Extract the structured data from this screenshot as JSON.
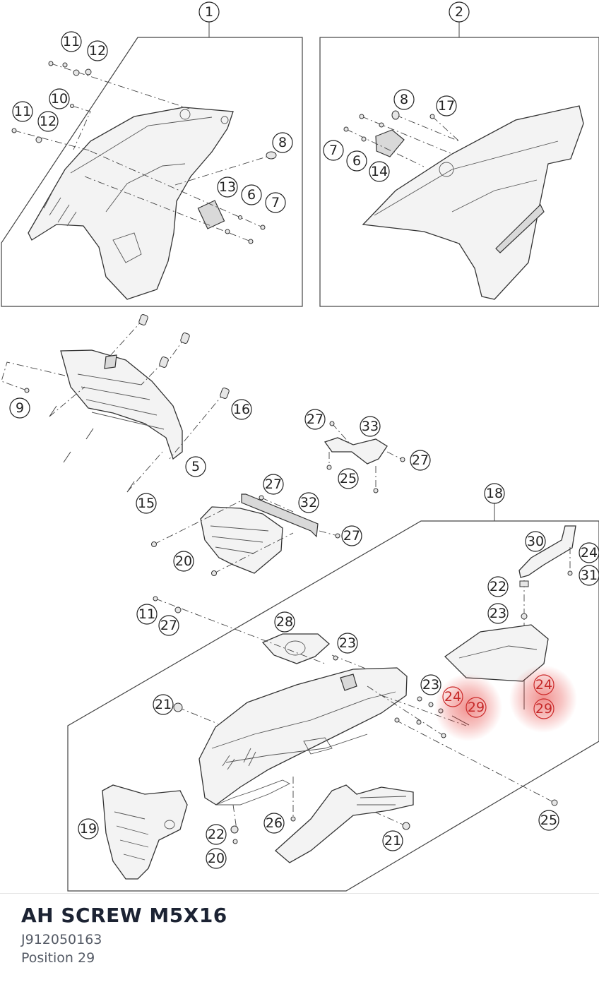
{
  "part": {
    "name": "AH SCREW M5X16",
    "number": "J912050163",
    "position_label": "Position 29"
  },
  "diagram": {
    "highlight_color": "#e53935",
    "highlighted_position": "29",
    "callouts": {
      "c1": "1",
      "c2": "2",
      "c11a": "11",
      "c12a": "12",
      "c10": "10",
      "c11b": "11",
      "c12b": "12",
      "c8a": "8",
      "c13": "13",
      "c6a": "6",
      "c7a": "7",
      "c8b": "8",
      "c17": "17",
      "c7b": "7",
      "c6b": "6",
      "c14": "14",
      "c9": "9",
      "c16": "16",
      "c5": "5",
      "c15": "15",
      "c27a": "27",
      "c33": "33",
      "c27b": "27",
      "c25a": "25",
      "c27c": "27",
      "c32": "32",
      "c27d": "27",
      "c20a": "20",
      "c18": "18",
      "c30": "30",
      "c24a": "24",
      "c31": "31",
      "c22a": "22",
      "c23a": "23",
      "c11c": "11",
      "c27e": "27",
      "c28": "28",
      "c23b": "23",
      "c21a": "21",
      "c23c": "23",
      "c24b": "24",
      "c29a": "29",
      "c24c": "24",
      "c29b": "29",
      "c19": "19",
      "c22b": "22",
      "c20b": "20",
      "c26": "26",
      "c21b": "21",
      "c25b": "25"
    }
  }
}
